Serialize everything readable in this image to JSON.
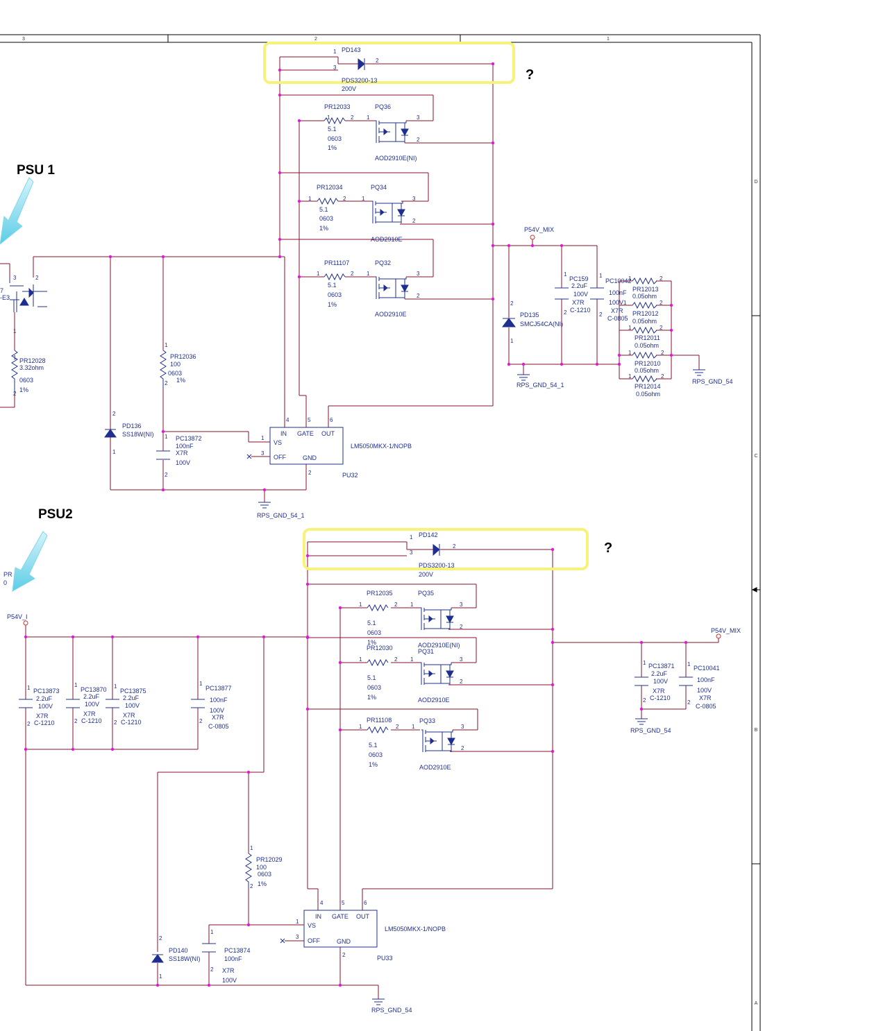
{
  "colors": {
    "wire": "#8a0f2a",
    "part": "#1f2f8f",
    "junction": "#e018d8",
    "highlight": "#f6f27a",
    "arrow": "#7fd7ec",
    "frame": "#000000"
  },
  "frame": {
    "zones_top": [
      "3",
      "2",
      "1"
    ],
    "zones_right": [
      "D",
      "C",
      "B",
      "A"
    ]
  },
  "annotations": {
    "psu1": "PSU 1",
    "psu2": "PSU2",
    "question_top": "?",
    "question_bottom": "?"
  },
  "nets": {
    "p54v_mix": "P54V_MIX",
    "p54v_i": "P54V_I",
    "rps_gnd_54_1": "RPS_GND_54_1",
    "rps_gnd_54": "RPS_GND_54"
  },
  "left_fragment": {
    "fet_ref": "7",
    "fet_part": "-E3",
    "res_ref": "PR12028",
    "res_val": "3.32ohm",
    "res_pkg": "0603",
    "res_tol": "1%",
    "pr_ref": "PR",
    "pr_val": "0"
  },
  "upper": {
    "diode": {
      "ref": "PD143",
      "part": "PDS3200-13",
      "volt": "200V"
    },
    "mosfets": [
      {
        "r_ref": "PR12033",
        "r_val": "5.1",
        "r_pkg": "0603",
        "r_tol": "1%",
        "q_ref": "PQ36",
        "q_part": "AOD2910E(NI)"
      },
      {
        "r_ref": "PR12034",
        "r_val": "5.1",
        "r_pkg": "0603",
        "r_tol": "1%",
        "q_ref": "PQ34",
        "q_part": "AOD2910E"
      },
      {
        "r_ref": "PR11107",
        "r_val": "5.1",
        "r_pkg": "0603",
        "r_tol": "1%",
        "q_ref": "PQ32",
        "q_part": "AOD2910E"
      }
    ],
    "pr12036": {
      "ref": "PR12036",
      "val": "100",
      "pkg": "0603",
      "tol": "1%"
    },
    "pd136": {
      "ref": "PD136",
      "part": "SS18W(NI)"
    },
    "pc13872": {
      "ref": "PC13872",
      "val": "100nF",
      "diel": "X7R",
      "volt": "100V"
    },
    "ic": {
      "part": "LM5050MKX-1/NOPB",
      "ref": "PU32"
    },
    "pd135": {
      "ref": "PD135",
      "part": "SMCJ54CA(NI)"
    },
    "pc159": {
      "ref": "PC159",
      "val": "2.2uF",
      "volt": "100V",
      "diel": "X7R",
      "pkg": "C-1210"
    },
    "pc10042": {
      "ref": "PC10042",
      "val": "100nF",
      "volt": "100V",
      "diel": "X7R",
      "pkg": "C-0805"
    },
    "shunts": [
      {
        "ref": "PR12013",
        "val": "0.05ohm"
      },
      {
        "ref": "PR12012",
        "val": "0.05ohm"
      },
      {
        "ref": "PR12011",
        "val": "0.05ohm"
      },
      {
        "ref": "PR12010",
        "val": "0.05ohm"
      },
      {
        "ref": "PR12014",
        "val": "0.05ohm"
      }
    ]
  },
  "lower": {
    "diode": {
      "ref": "PD142",
      "part": "PDS3200-13",
      "volt": "200V"
    },
    "mosfets": [
      {
        "r_ref": "PR12035",
        "r_val": "5.1",
        "r_pkg": "0603",
        "r_tol": "1%",
        "q_ref": "PQ35",
        "q_part": "AOD2910E(NI)"
      },
      {
        "r_ref": "PR12030",
        "r_val": "5.1",
        "r_pkg": "0603",
        "r_tol": "1%",
        "q_ref": "PQ31",
        "q_part": "AOD2910E"
      },
      {
        "r_ref": "PR11108",
        "r_val": "5.1",
        "r_pkg": "0603",
        "r_tol": "1%",
        "q_ref": "PQ33",
        "q_part": "AOD2910E"
      }
    ],
    "input_caps": [
      {
        "ref": "PC13873",
        "val": "2.2uF",
        "volt": "100V",
        "diel": "X7R",
        "pkg": "C-1210"
      },
      {
        "ref": "PC13870",
        "val": "2.2uF",
        "volt": "100V",
        "diel": "X7R",
        "pkg": "C-1210"
      },
      {
        "ref": "PC13875",
        "val": "2.2uF",
        "volt": "100V",
        "diel": "X7R",
        "pkg": "C-1210"
      },
      {
        "ref": "PC13877",
        "val": "100nF",
        "volt": "100V",
        "diel": "X7R",
        "pkg": "C-0805"
      }
    ],
    "pr12029": {
      "ref": "PR12029",
      "val": "100",
      "pkg": "0603",
      "tol": "1%"
    },
    "pd140": {
      "ref": "PD140",
      "part": "SS18W(NI)"
    },
    "pc13874": {
      "ref": "PC13874",
      "val": "100nF",
      "diel": "X7R",
      "volt": "100V"
    },
    "ic": {
      "part": "LM5050MKX-1/NOPB",
      "ref": "PU33"
    },
    "out_caps": [
      {
        "ref": "PC13871",
        "val": "2.2uF",
        "volt": "100V",
        "diel": "X7R",
        "pkg": "C-1210"
      },
      {
        "ref": "PC10041",
        "val": "100nF",
        "volt": "100V",
        "diel": "X7R",
        "pkg": "C-0805"
      }
    ]
  },
  "ic_pins": {
    "in": "IN",
    "gate": "GATE",
    "out": "OUT",
    "vs": "VS",
    "off": "OFF",
    "gnd": "GND"
  }
}
